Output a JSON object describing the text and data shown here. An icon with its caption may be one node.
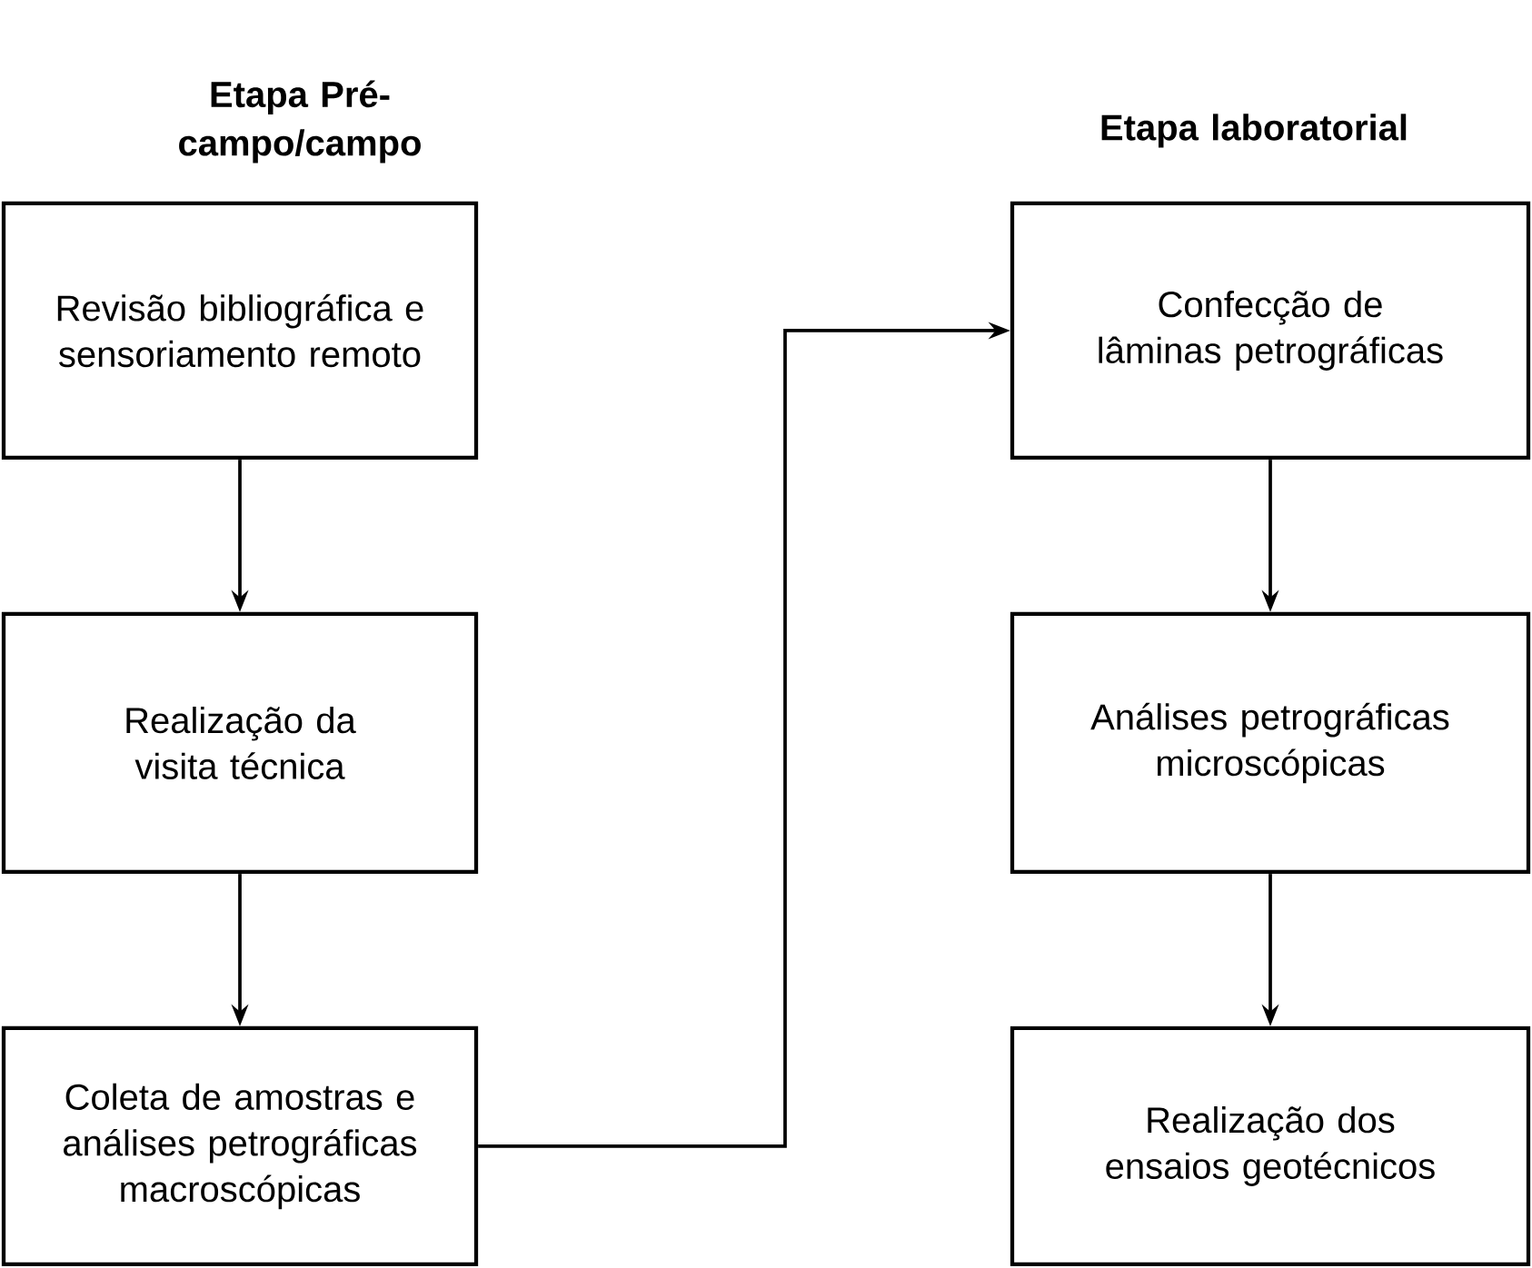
{
  "diagram": {
    "nodes": [
      {
        "text": [
          "Revisão bibliográfica e sensoriamento remoto"
        ]
      },
      {
        "text": [
          "Realização da visita técnica"
        ]
      },
      {
        "text": [
          "Coleta de amostras e análises petrográficas macroscópicas"
        ]
      },
      {
        "text": [
          "Confecção de lâminas petrográficas"
        ]
      },
      {
        "text": [
          "Análises petrográficas microscópicas"
        ]
      },
      {
        "text": [
          "Realização dos ensaios geotécnicos"
        ]
      }
    ],
    "edges": [
      {
        "from": 0,
        "to": 1,
        "arrow": "to"
      },
      {
        "from": 1,
        "to": 2,
        "arrow": "to"
      },
      {
        "from": 2,
        "to": 3,
        "arrow": "to"
      },
      {
        "from": 3,
        "to": 4,
        "arrow": "to"
      },
      {
        "from": 4,
        "to": 5,
        "arrow": "to"
      }
    ],
    "labels": [
      "Etapa Pré-campo/campo",
      "Etapa laboratorial"
    ]
  }
}
